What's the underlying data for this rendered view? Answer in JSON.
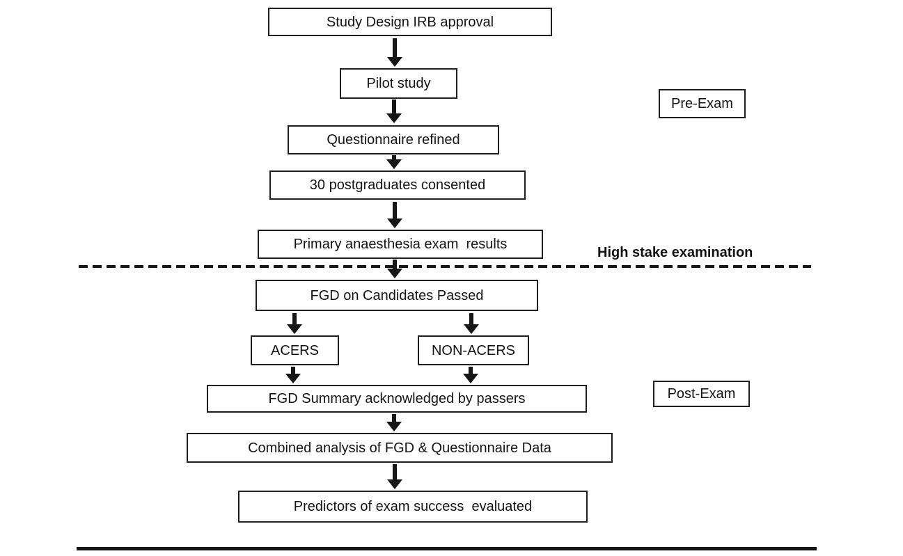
{
  "colors": {
    "ink": "#161616",
    "background": "#ffffff"
  },
  "nodes": {
    "irb": {
      "label": "Study Design IRB approval"
    },
    "pilot": {
      "label": "Pilot study"
    },
    "questionnaire": {
      "label": "Questionnaire refined"
    },
    "postgraduates": {
      "label": "30 postgraduates consented"
    },
    "primary_exam": {
      "label": "Primary anaesthesia exam  results"
    },
    "fgd_candidates": {
      "label": "FGD on Candidates Passed"
    },
    "acers": {
      "label": "ACERS"
    },
    "non_acers": {
      "label": "NON-ACERS"
    },
    "fgd_summary": {
      "label": "FGD Summary acknowledged by passers"
    },
    "combined": {
      "label": "Combined analysis of FGD & Questionnaire Data"
    },
    "predictors": {
      "label": "Predictors of exam success  evaluated"
    }
  },
  "phase_labels": {
    "pre_exam": {
      "label": "Pre-Exam"
    },
    "post_exam": {
      "label": "Post-Exam"
    }
  },
  "divider": {
    "label": "High stake examination"
  },
  "edges": [
    {
      "from": "irb",
      "to": "pilot"
    },
    {
      "from": "pilot",
      "to": "questionnaire"
    },
    {
      "from": "questionnaire",
      "to": "postgraduates"
    },
    {
      "from": "postgraduates",
      "to": "primary_exam"
    },
    {
      "from": "primary_exam",
      "to": "fgd_candidates"
    },
    {
      "from": "fgd_candidates",
      "to": "acers"
    },
    {
      "from": "fgd_candidates",
      "to": "non_acers"
    },
    {
      "from": "acers",
      "to": "fgd_summary"
    },
    {
      "from": "non_acers",
      "to": "fgd_summary"
    },
    {
      "from": "fgd_summary",
      "to": "combined"
    },
    {
      "from": "combined",
      "to": "predictors"
    }
  ]
}
